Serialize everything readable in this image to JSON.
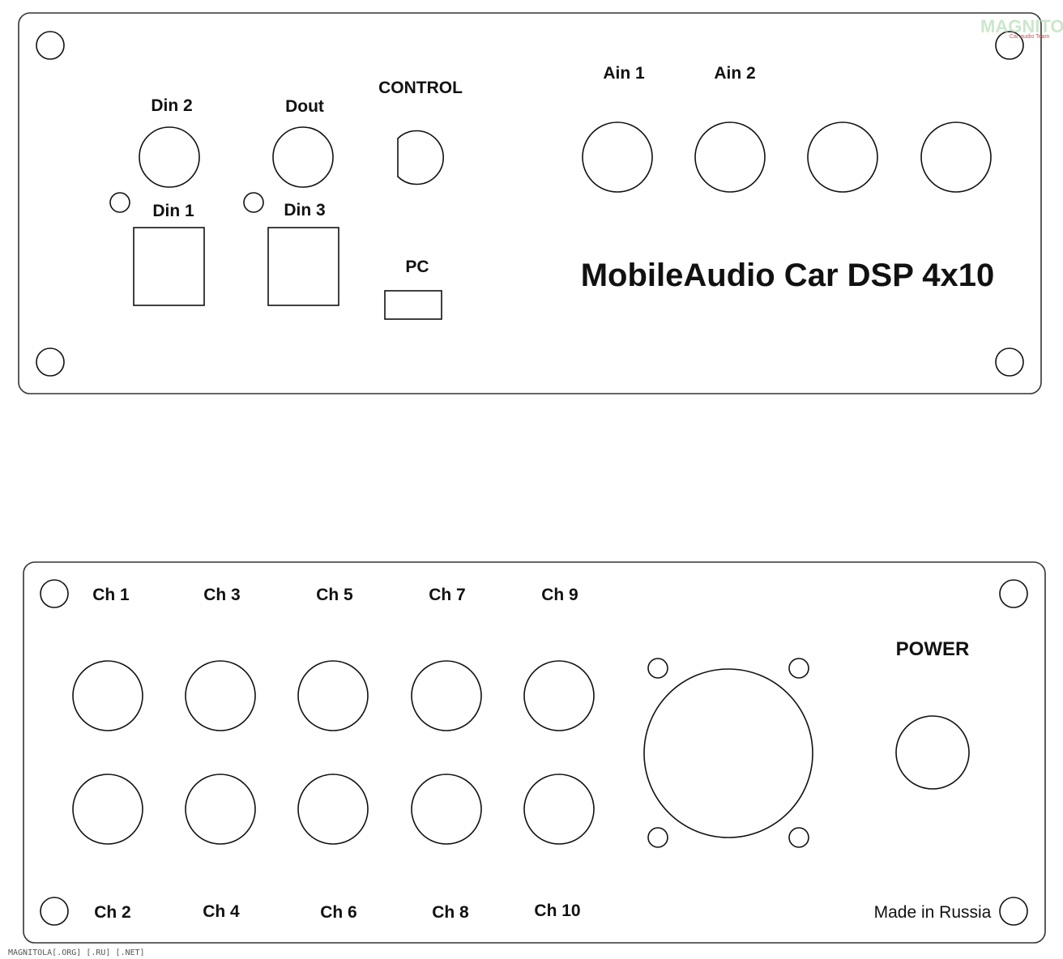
{
  "top_panel": {
    "labels": {
      "din2": "Din 2",
      "dout": "Dout",
      "control": "CONTROL",
      "din1": "Din 1",
      "din3": "Din 3",
      "pc": "PC",
      "ain1": "Ain 1",
      "ain2": "Ain 2"
    },
    "title": "MobileAudio Car DSP 4x10"
  },
  "bottom_panel": {
    "channels_top": [
      "Ch 1",
      "Ch 3",
      "Ch 5",
      "Ch 7",
      "Ch 9"
    ],
    "channels_bottom": [
      "Ch 2",
      "Ch 4",
      "Ch 6",
      "Ch 8",
      "Ch 10"
    ],
    "power_label": "POWER",
    "origin_label": "Made in Russia"
  },
  "watermark": {
    "brand": "MAGNITOLA",
    "sub": "Car audio Team",
    "footer": "MAGNITOLA[.ORG] [.RU] [.NET]"
  }
}
